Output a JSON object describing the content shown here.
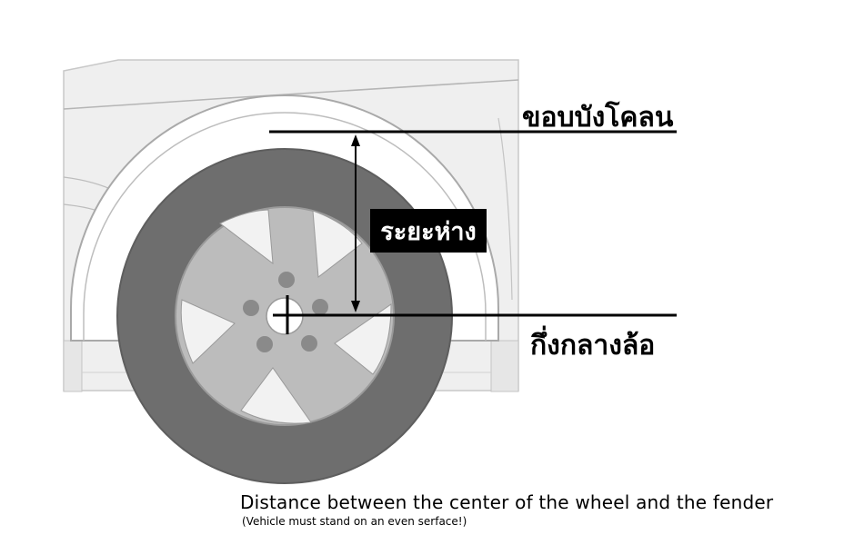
{
  "labels": {
    "fender": "ขอบบังโคลน",
    "wheel_center": "กึ่งกลางล้อ",
    "distance": "ระยะห่าง"
  },
  "caption": {
    "main": "Distance between the center of the wheel and the fender",
    "note": "(Vehicle must stand on an even serface!)"
  },
  "colors": {
    "tire": "#6e6e6e",
    "rim": "#bcbcbc",
    "body": "#efefef",
    "lines": "#000000"
  }
}
